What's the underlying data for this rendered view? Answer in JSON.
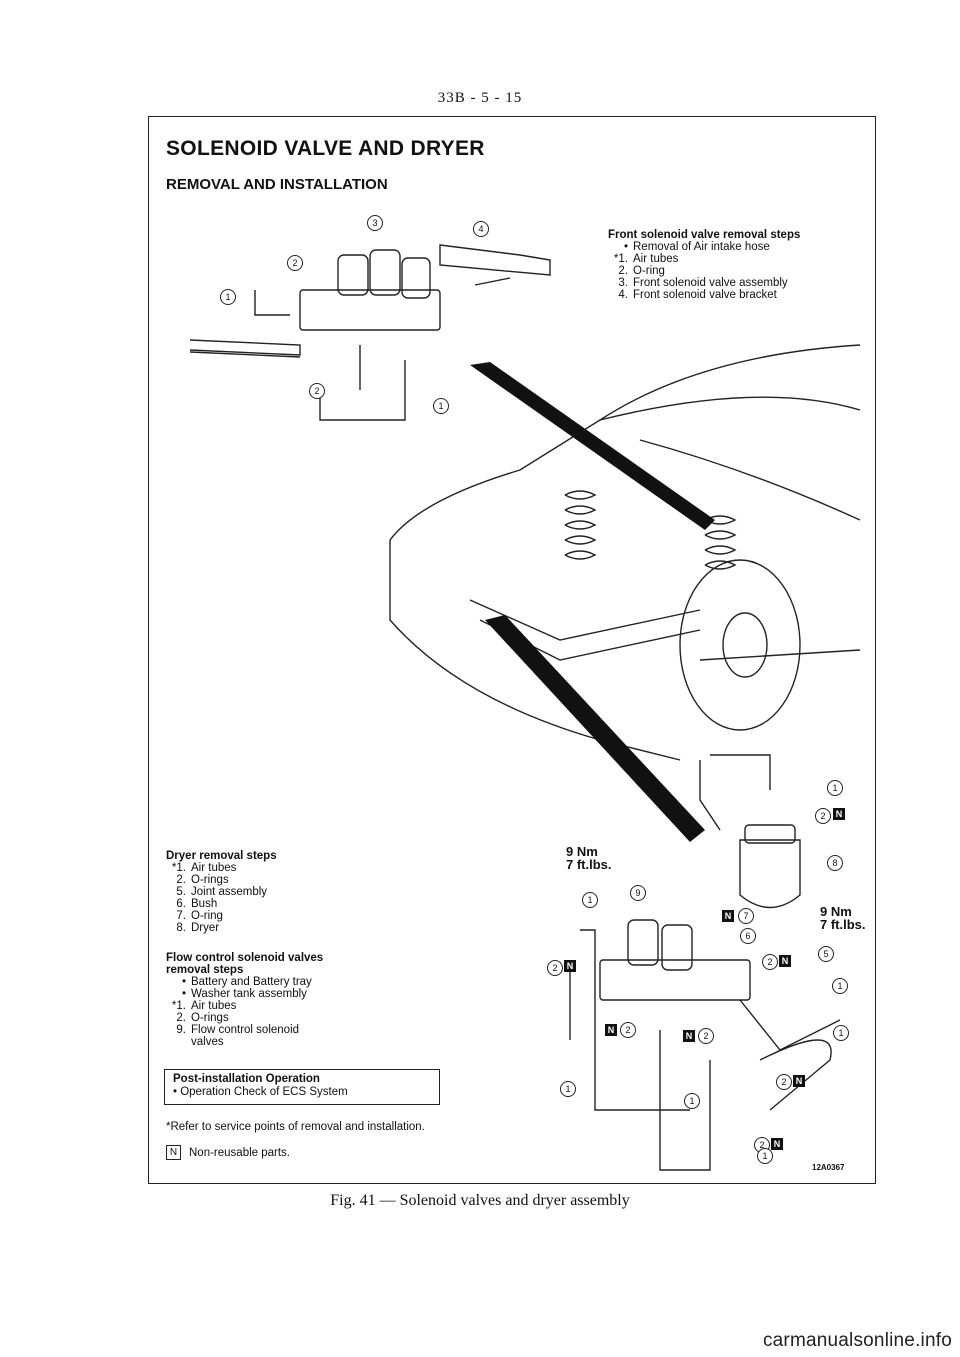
{
  "header": {
    "page_number": "33B - 5 - 15"
  },
  "section": {
    "title": "SOLENOID VALVE AND DRYER",
    "subtitle": "REMOVAL AND INSTALLATION"
  },
  "front_steps": {
    "heading": "Front solenoid valve removal steps",
    "items": [
      {
        "num": "•",
        "text": "Removal of Air intake hose"
      },
      {
        "num": "*1.",
        "text": "Air tubes"
      },
      {
        "num": "2.",
        "text": "O-ring"
      },
      {
        "num": "3.",
        "text": "Front solenoid valve assembly"
      },
      {
        "num": "4.",
        "text": "Front solenoid valve bracket"
      }
    ]
  },
  "dryer_steps": {
    "heading": "Dryer removal steps",
    "items": [
      {
        "num": "*1.",
        "text": "Air tubes"
      },
      {
        "num": "2.",
        "text": "O-rings"
      },
      {
        "num": "5.",
        "text": "Joint assembly"
      },
      {
        "num": "6.",
        "text": "Bush"
      },
      {
        "num": "7.",
        "text": "O-ring"
      },
      {
        "num": "8.",
        "text": "Dryer"
      }
    ]
  },
  "flow_steps": {
    "heading_line1": "Flow control solenoid valves",
    "heading_line2": "removal steps",
    "items": [
      {
        "num": "•",
        "text": "Battery and Battery tray"
      },
      {
        "num": "•",
        "text": "Washer tank assembly"
      },
      {
        "num": "*1.",
        "text": "Air tubes"
      },
      {
        "num": "2.",
        "text": "O-rings"
      },
      {
        "num": "9.",
        "text": "Flow control solenoid"
      },
      {
        "num": "",
        "text": "valves"
      }
    ]
  },
  "post_installation": {
    "heading": "Post-installation Operation",
    "item": "• Operation Check of ECS System"
  },
  "notes": {
    "refer": "*Refer to service points of removal and installation.",
    "legend_symbol": "N",
    "legend_text": "Non-reusable parts."
  },
  "torque": {
    "value_nm": "9 Nm",
    "value_ftlbs": "7 ft.lbs."
  },
  "art_code": "12A0367",
  "figure_caption": "Fig. 41 — Solenoid valves and dryer assembly",
  "watermark": "carmanualsonline.info"
}
